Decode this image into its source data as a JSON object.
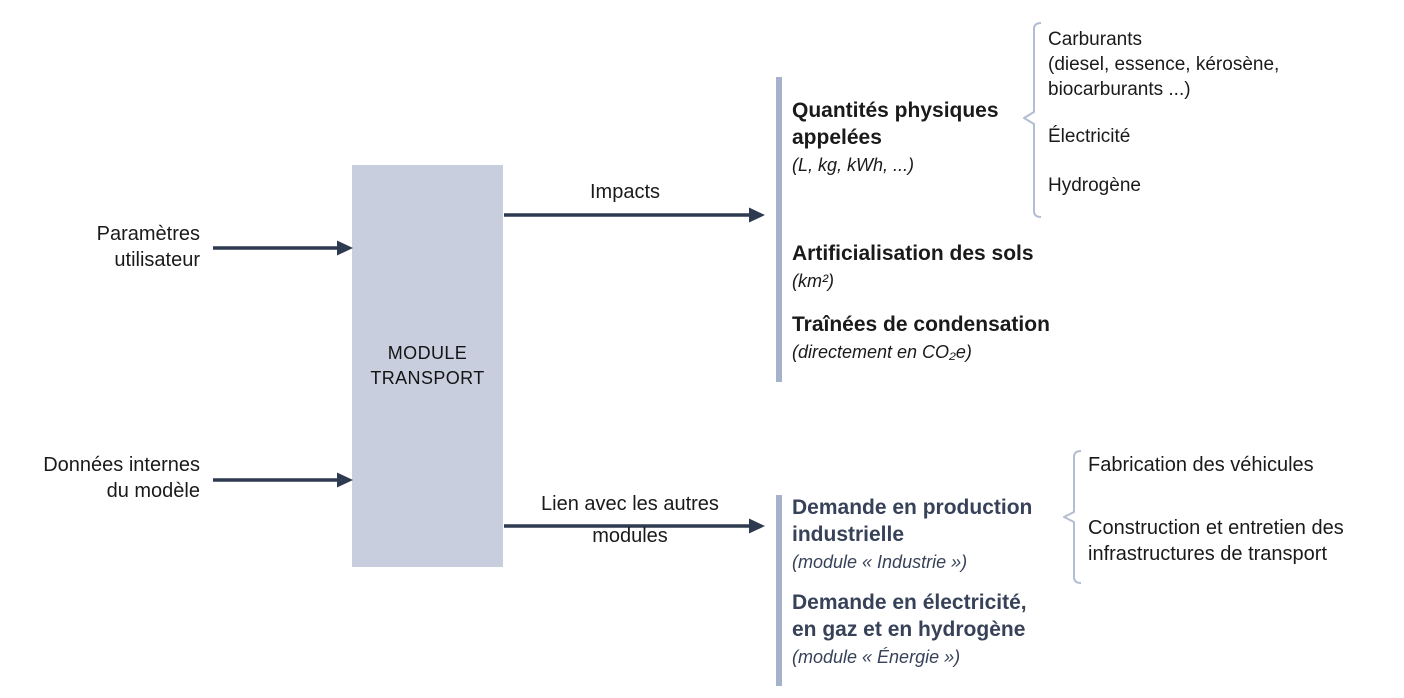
{
  "colors": {
    "module_box_fill": "#C9CEDF",
    "section_bar": "#A6B2CB",
    "bracket": "#B3BED3",
    "arrow": "#2E3A50",
    "text_dark": "#1A1A1A",
    "text_navy": "#374259"
  },
  "inputs": {
    "user_params": {
      "lines": [
        "Paramètres",
        "utilisateur"
      ]
    },
    "internal_data": {
      "lines": [
        "Données internes",
        "du modèle"
      ]
    }
  },
  "module_box": {
    "lines": [
      "MODULE",
      "TRANSPORT"
    ]
  },
  "flows": {
    "impacts": {
      "label": "Impacts"
    },
    "links": {
      "lines": [
        "Lien avec les autres",
        "modules"
      ]
    }
  },
  "impacts_section": {
    "quantities": {
      "title_lines": [
        "Quantités physiques",
        "appelées"
      ],
      "unit": "(L, kg, kWh, ...)"
    },
    "energy_carriers": {
      "fuels": {
        "title": "Carburants",
        "detail_lines": [
          "(diesel, essence, kérosène,",
          "biocarburants ...)"
        ]
      },
      "electricity": "Électricité",
      "hydrogen": "Hydrogène"
    },
    "land_use": {
      "title": "Artificialisation des sols",
      "unit": "(km²)"
    },
    "contrails": {
      "title": "Traînées de condensation",
      "unit": "(directement en CO₂e)"
    }
  },
  "links_section": {
    "industry_demand": {
      "title_lines": [
        "Demande en production",
        "industrielle"
      ],
      "module_ref": "(module « Industrie »)"
    },
    "energy_demand": {
      "title_lines": [
        "Demande en électricité,",
        "en gaz et en hydrogène"
      ],
      "module_ref": "(module «  Énergie »)"
    },
    "industry_items": {
      "vehicles": "Fabrication des véhicules",
      "infrastructure_lines": [
        "Construction et entretien des",
        "infrastructures de transport"
      ]
    }
  }
}
